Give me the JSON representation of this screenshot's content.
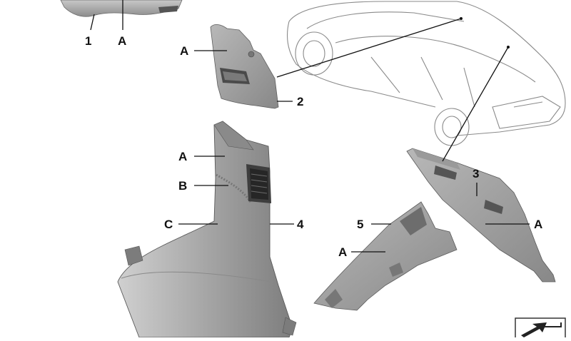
{
  "labels": {
    "part_1": "1",
    "part_2": "2",
    "part_3": "3",
    "part_4": "4",
    "part_5": "5",
    "a1": "A",
    "a2": "A",
    "a3": "A",
    "a4": "A",
    "a5": "A",
    "b": "B",
    "c": "C"
  },
  "colors": {
    "trim_light": "#c2c2c2",
    "trim_mid": "#9b9b9b",
    "trim_dark": "#6e6e6e",
    "line": "#111111",
    "car_outline": "#8a8a8a"
  }
}
